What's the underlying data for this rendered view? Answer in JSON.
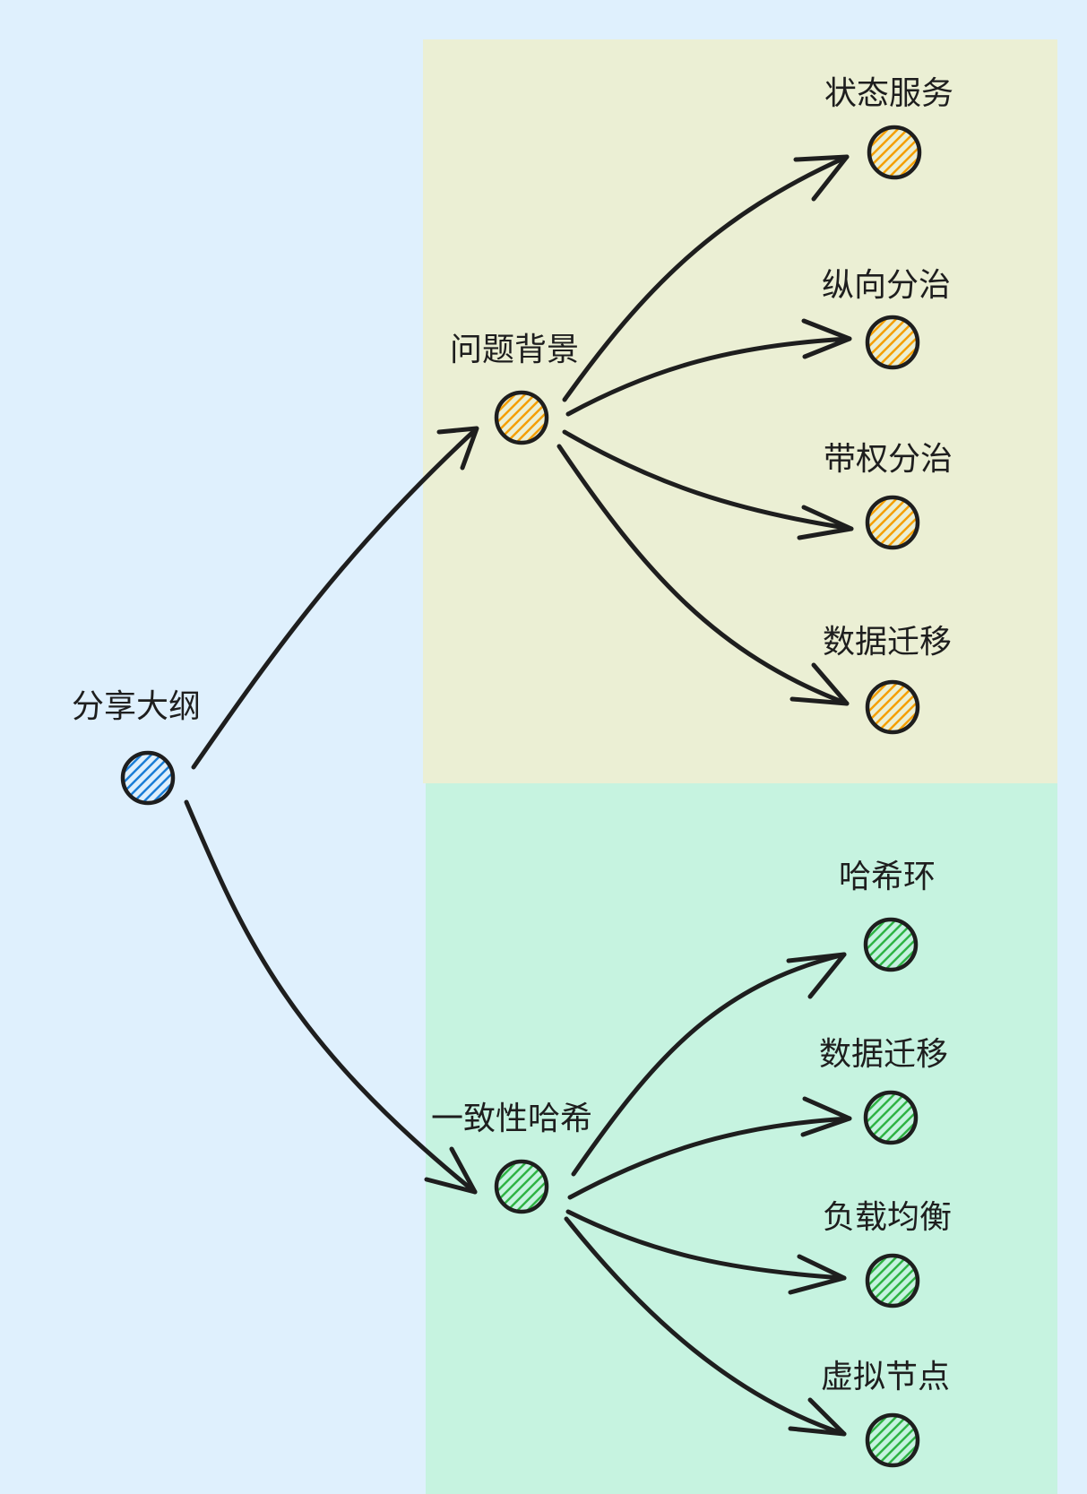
{
  "root": {
    "label": "分享大纲",
    "color": "#1c7ed6"
  },
  "groups": [
    {
      "id": "background",
      "label": "问题背景",
      "color": "#f59f00",
      "panel_color": "#ebefd4",
      "children": [
        "状态服务",
        "纵向分治",
        "带权分治",
        "数据迁移"
      ]
    },
    {
      "id": "consistent-hashing",
      "label": "一致性哈希",
      "color": "#2fb344",
      "panel_color": "#c6f3e0",
      "children": [
        "哈希环",
        "数据迁移",
        "负载均衡",
        "虚拟节点"
      ]
    }
  ]
}
